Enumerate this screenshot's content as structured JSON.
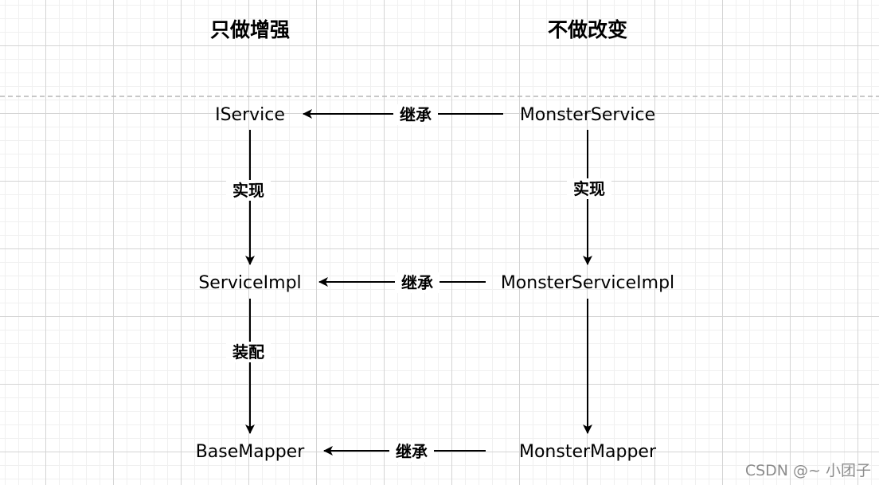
{
  "headings": {
    "left": "只做增强",
    "right": "不做改变"
  },
  "nodes": {
    "iservice": "IService",
    "service_impl": "ServiceImpl",
    "base_mapper": "BaseMapper",
    "monster_service": "MonsterService",
    "monster_service_impl": "MonsterServiceImpl",
    "monster_mapper": "MonsterMapper"
  },
  "edges": {
    "monster_service_to_iservice": "继承",
    "monster_service_impl_to_service_impl": "继承",
    "monster_mapper_to_base_mapper": "继承",
    "iservice_to_service_impl": "实现",
    "monster_service_to_monster_service_impl": "实现",
    "service_impl_to_base_mapper": "装配"
  },
  "watermark": "CSDN @~ 小团子",
  "colors": {
    "line": "#000000",
    "grid": "#d4d4d4",
    "divider": "#b5b5b5",
    "watermark": "#8c8c8c"
  }
}
